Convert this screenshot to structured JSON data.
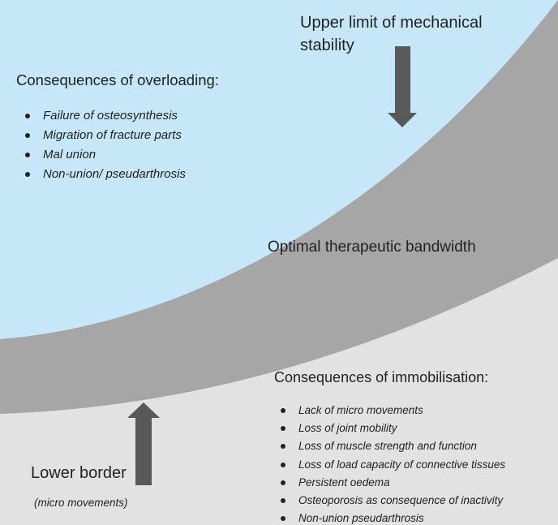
{
  "diagram": {
    "upper_limit": {
      "label": "Upper limit of mechanical stability"
    },
    "overloading": {
      "heading": "Consequences of overloading:",
      "items": [
        "Failure of osteosynthesis",
        "Migration of fracture parts",
        "Mal union",
        "Non-union/ pseudarthrosis"
      ]
    },
    "band": {
      "label": "Optimal therapeutic bandwidth"
    },
    "immobilisation": {
      "heading": "Consequences of immobilisation:",
      "items": [
        "Lack of micro movements",
        "Loss of joint mobility",
        "Loss of muscle strength and function",
        "Loss of load capacity  of connective tissues",
        "Persistent oedema",
        "Osteoporosis as consequence of inactivity",
        "Non-union pseudarthrosis"
      ]
    },
    "lower_border": {
      "label": "Lower border",
      "sublabel": "(micro movements)"
    }
  },
  "colors": {
    "overload_region": "#c5e7f8",
    "band": "#a6a6a6",
    "immobilisation_region": "#e2e2e2",
    "arrow": "#595959"
  }
}
